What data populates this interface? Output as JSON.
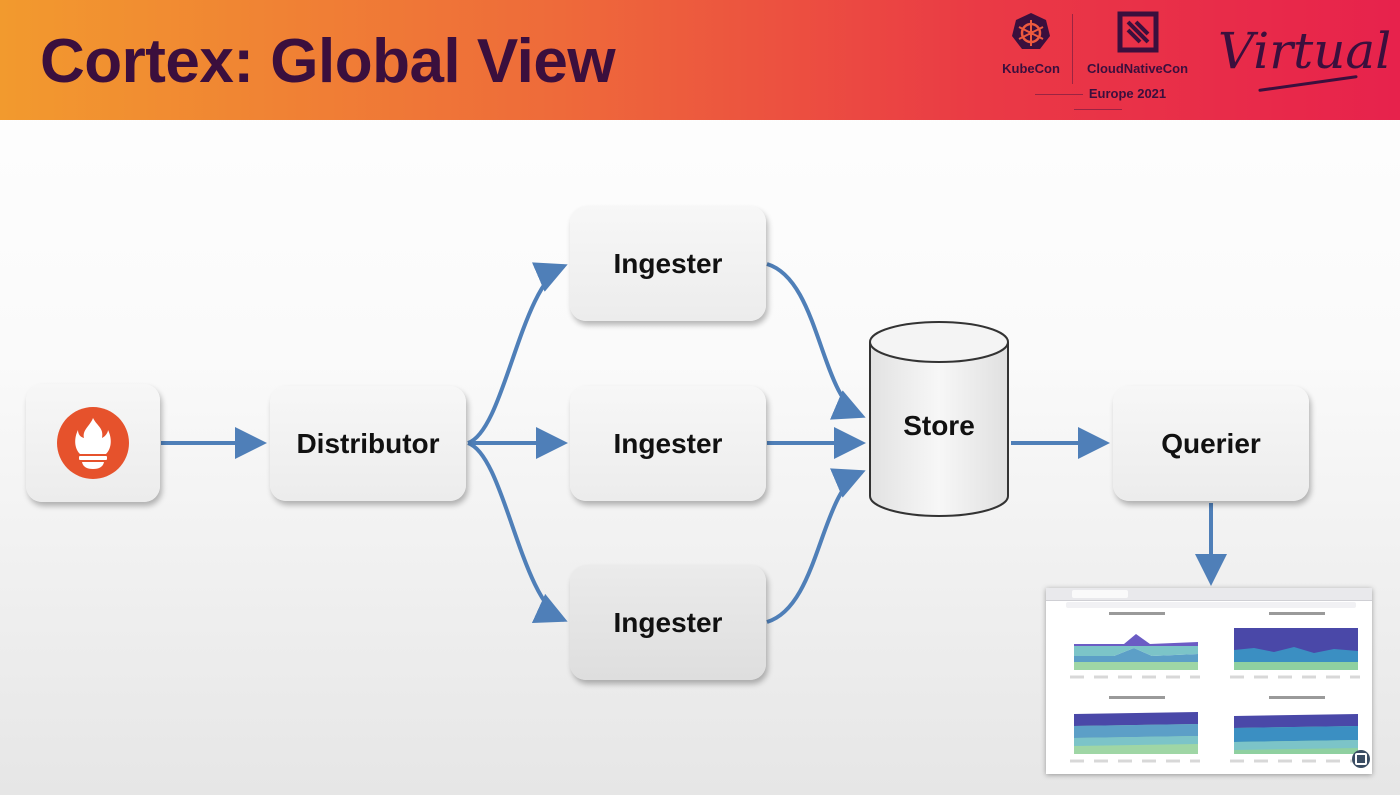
{
  "slide": {
    "title": "Cortex: Global View"
  },
  "header": {
    "kubecon_label": "KubeCon",
    "cloudnativecon_label": "CloudNativeCon",
    "event_label": "Europe 2021",
    "virtual_label": "Virtual"
  },
  "diagram": {
    "distributor_label": "Distributor",
    "ingester_label": "Ingester",
    "store_label": "Store",
    "querier_label": "Querier"
  },
  "colors": {
    "arrow": "#4f7fb8",
    "title_text": "#3b0f3d",
    "prometheus": "#e6522c"
  },
  "icons": {
    "prometheus": "prometheus-flame-icon",
    "kubecon": "kubernetes-helm-icon",
    "cloudnativecon": "cncf-icon"
  }
}
